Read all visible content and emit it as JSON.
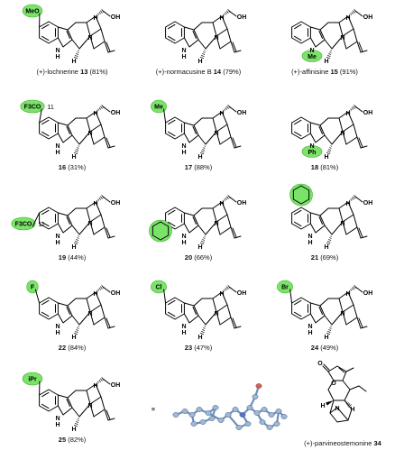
{
  "colors": {
    "highlight": "#7be36a",
    "highlight_border": "#3fae2c",
    "bond": "#000000",
    "xray_carbon": "#9fb8d6",
    "xray_oxygen": "#e35a4a",
    "xray_nitrogen": "#5a6fd6"
  },
  "compounds": [
    {
      "id": "13",
      "name": "(+)-lochnerine",
      "yield": "(81%)",
      "substituent": "MeO",
      "sub_pos": "c5",
      "n_sub": "H"
    },
    {
      "id": "14",
      "name": "(+)-normacusine B",
      "yield": "(79%)",
      "substituent": "",
      "sub_pos": "",
      "n_sub": "H"
    },
    {
      "id": "15",
      "name": "(+)-affinisine",
      "yield": "(91%)",
      "substituent": "",
      "sub_pos": "",
      "n_sub": "Me"
    },
    {
      "id": "16",
      "name": "",
      "yield": "(31%)",
      "substituent": "F3CO",
      "sub_pos": "c5",
      "n_sub": "H",
      "locant": "11"
    },
    {
      "id": "17",
      "name": "",
      "yield": "(88%)",
      "substituent": "Me",
      "sub_pos": "c5",
      "n_sub": "H"
    },
    {
      "id": "18",
      "name": "",
      "yield": "(81%)",
      "substituent": "",
      "sub_pos": "",
      "n_sub": "Ph"
    },
    {
      "id": "19",
      "name": "",
      "yield": "(44%)",
      "substituent": "F3CO",
      "sub_pos": "c6",
      "n_sub": "H",
      "locant": "11"
    },
    {
      "id": "20",
      "name": "",
      "yield": "(66%)",
      "substituent": "benzo",
      "sub_pos": "c7",
      "n_sub": "H"
    },
    {
      "id": "21",
      "name": "",
      "yield": "(69%)",
      "substituent": "benzo",
      "sub_pos": "c4",
      "n_sub": "H"
    },
    {
      "id": "22",
      "name": "",
      "yield": "(84%)",
      "substituent": "F",
      "sub_pos": "c5",
      "n_sub": "H"
    },
    {
      "id": "23",
      "name": "",
      "yield": "(47%)",
      "substituent": "Cl",
      "sub_pos": "c5",
      "n_sub": "H"
    },
    {
      "id": "24",
      "name": "",
      "yield": "(49%)",
      "substituent": "Br",
      "sub_pos": "c5",
      "n_sub": "H"
    },
    {
      "id": "25",
      "name": "",
      "yield": "(82%)",
      "substituent": "iPr",
      "sub_pos": "c5",
      "n_sub": "H"
    }
  ],
  "atom_labels": {
    "oh": "OH",
    "nh": "H",
    "n": "N",
    "n_letter": "N",
    "h": "H",
    "o": "O"
  },
  "equivalence_symbol": "≡",
  "product_34": {
    "name": "(+)-parvineostemonine",
    "id": "34"
  }
}
